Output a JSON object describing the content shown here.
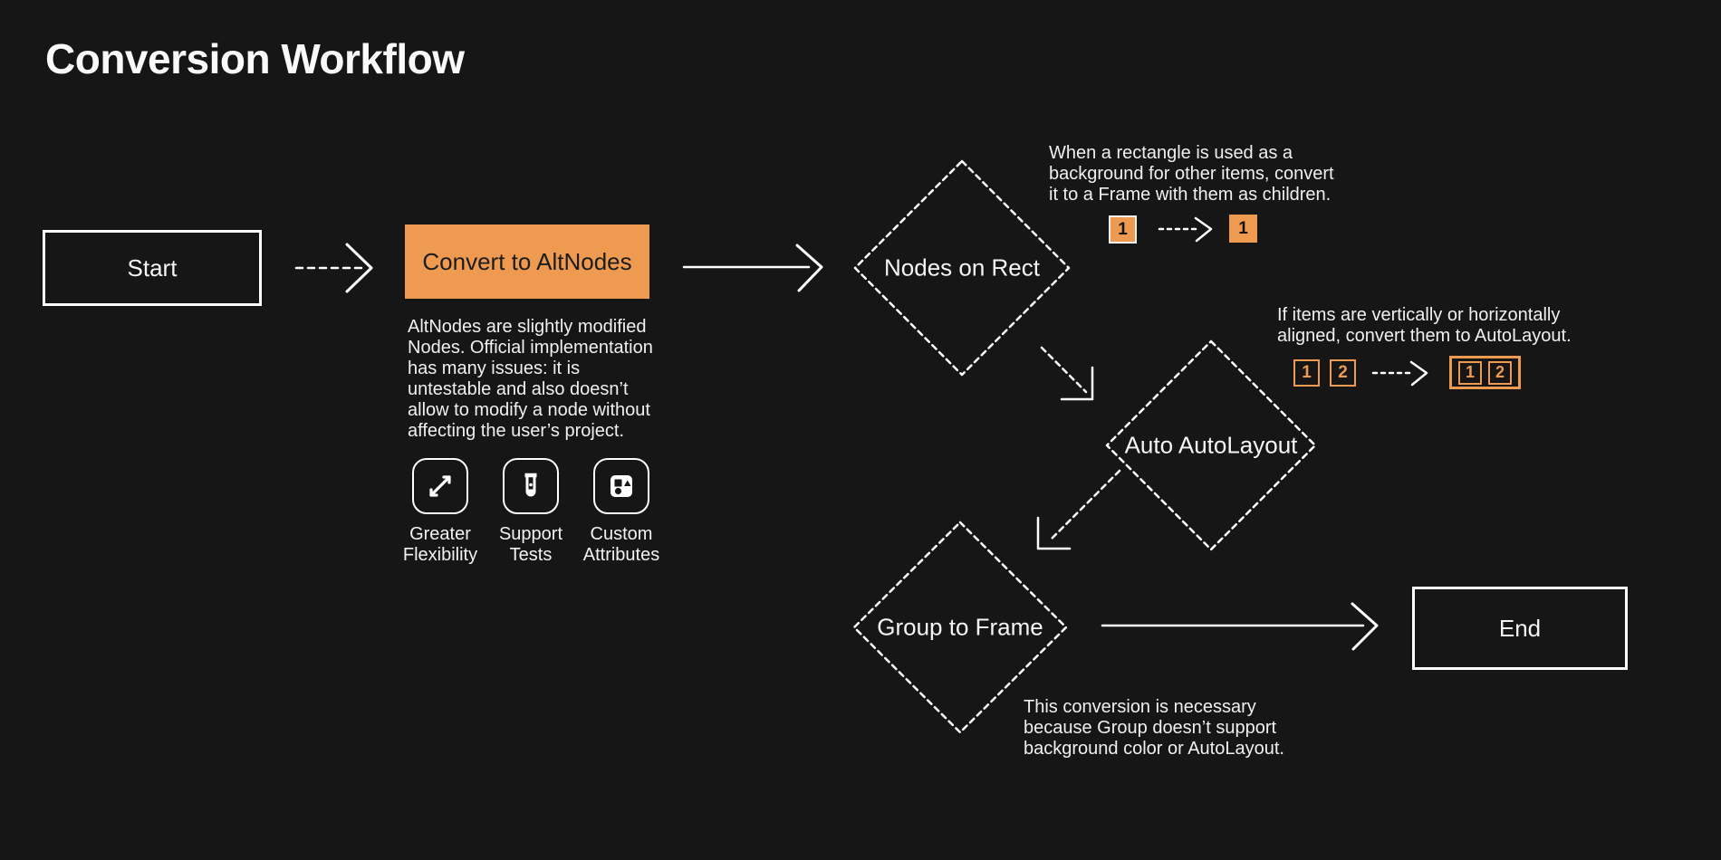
{
  "title": "Conversion Workflow",
  "colors": {
    "background": "#161616",
    "orange": "#EE9B51",
    "stroke": "#FFFFFF",
    "text": "#F2F2F2",
    "dark_text": "#1C1C1C"
  },
  "nodes": {
    "start": "Start",
    "convert": "Convert to AltNodes",
    "nodes_on_rect": "Nodes on Rect",
    "auto_autolayout": "Auto AutoLayout",
    "group_to_frame": "Group to Frame",
    "end": "End"
  },
  "altnodes_note": {
    "lines": [
      "AltNodes are slightly modified",
      "Nodes. Official implementation",
      "has many issues: it is",
      "untestable and also doesn’t",
      "allow to modify a node without",
      "affecting the user’s project."
    ]
  },
  "features": [
    {
      "icon": "expand-arrows-icon",
      "label_lines": [
        "Greater",
        "Flexibility"
      ]
    },
    {
      "icon": "test-tube-icon",
      "label_lines": [
        "Support",
        "Tests"
      ]
    },
    {
      "icon": "shapes-icon",
      "label_lines": [
        "Custom",
        "Attributes"
      ]
    }
  ],
  "rect_note": {
    "lines": [
      "When a rectangle is used as a",
      "background for other items, convert",
      "it to a Frame with them as children."
    ],
    "before_items": [
      "1"
    ],
    "after_items": [
      "1"
    ]
  },
  "autolayout_note": {
    "lines": [
      "If items are vertically or horizontally",
      "aligned, convert them to AutoLayout."
    ],
    "before_items": [
      "1",
      "2"
    ],
    "after_items": [
      "1",
      "2"
    ]
  },
  "group_note": {
    "lines": [
      "This conversion is necessary",
      "because Group doesn’t support",
      "background color or AutoLayout."
    ]
  }
}
